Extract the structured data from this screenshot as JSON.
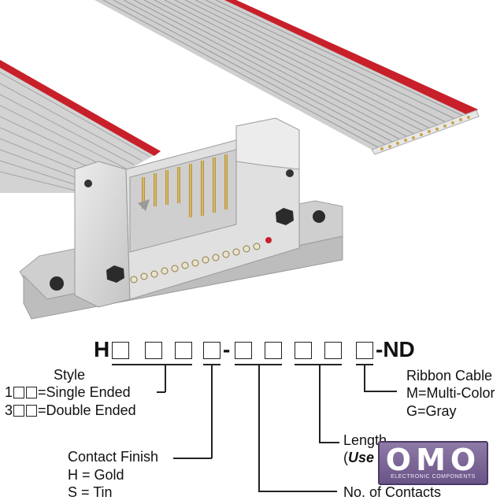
{
  "part_number": {
    "prefix": "H",
    "separator1": "-",
    "suffix": "-ND"
  },
  "labels": {
    "style": "Style",
    "style_single": "=Single Ended",
    "style_single_prefix": "1",
    "style_double": "=Double Ended",
    "style_double_prefix": "3",
    "ribbon_cable": "Ribbon Cable",
    "ribbon_multi": "M=Multi-Color",
    "ribbon_gray": "G=Gray",
    "length": "Length",
    "length_note_open": "(",
    "length_note_bold": "Use inches only",
    "length_note_close": ")",
    "contact_finish": "Contact Finish",
    "finish_gold": "H = Gold",
    "finish_tin": "S = Tin",
    "no_contacts": "No. of Contacts"
  },
  "watermark": {
    "text": "OMO",
    "sub": "ELECTRONIC COMPONENTS"
  },
  "colors": {
    "cable_gray": "#dcdcdc",
    "stripe_red": "#c8202a",
    "connector": "#d9d9d9",
    "pin_gold": "#c9a44a",
    "logo": "#7b6699"
  }
}
